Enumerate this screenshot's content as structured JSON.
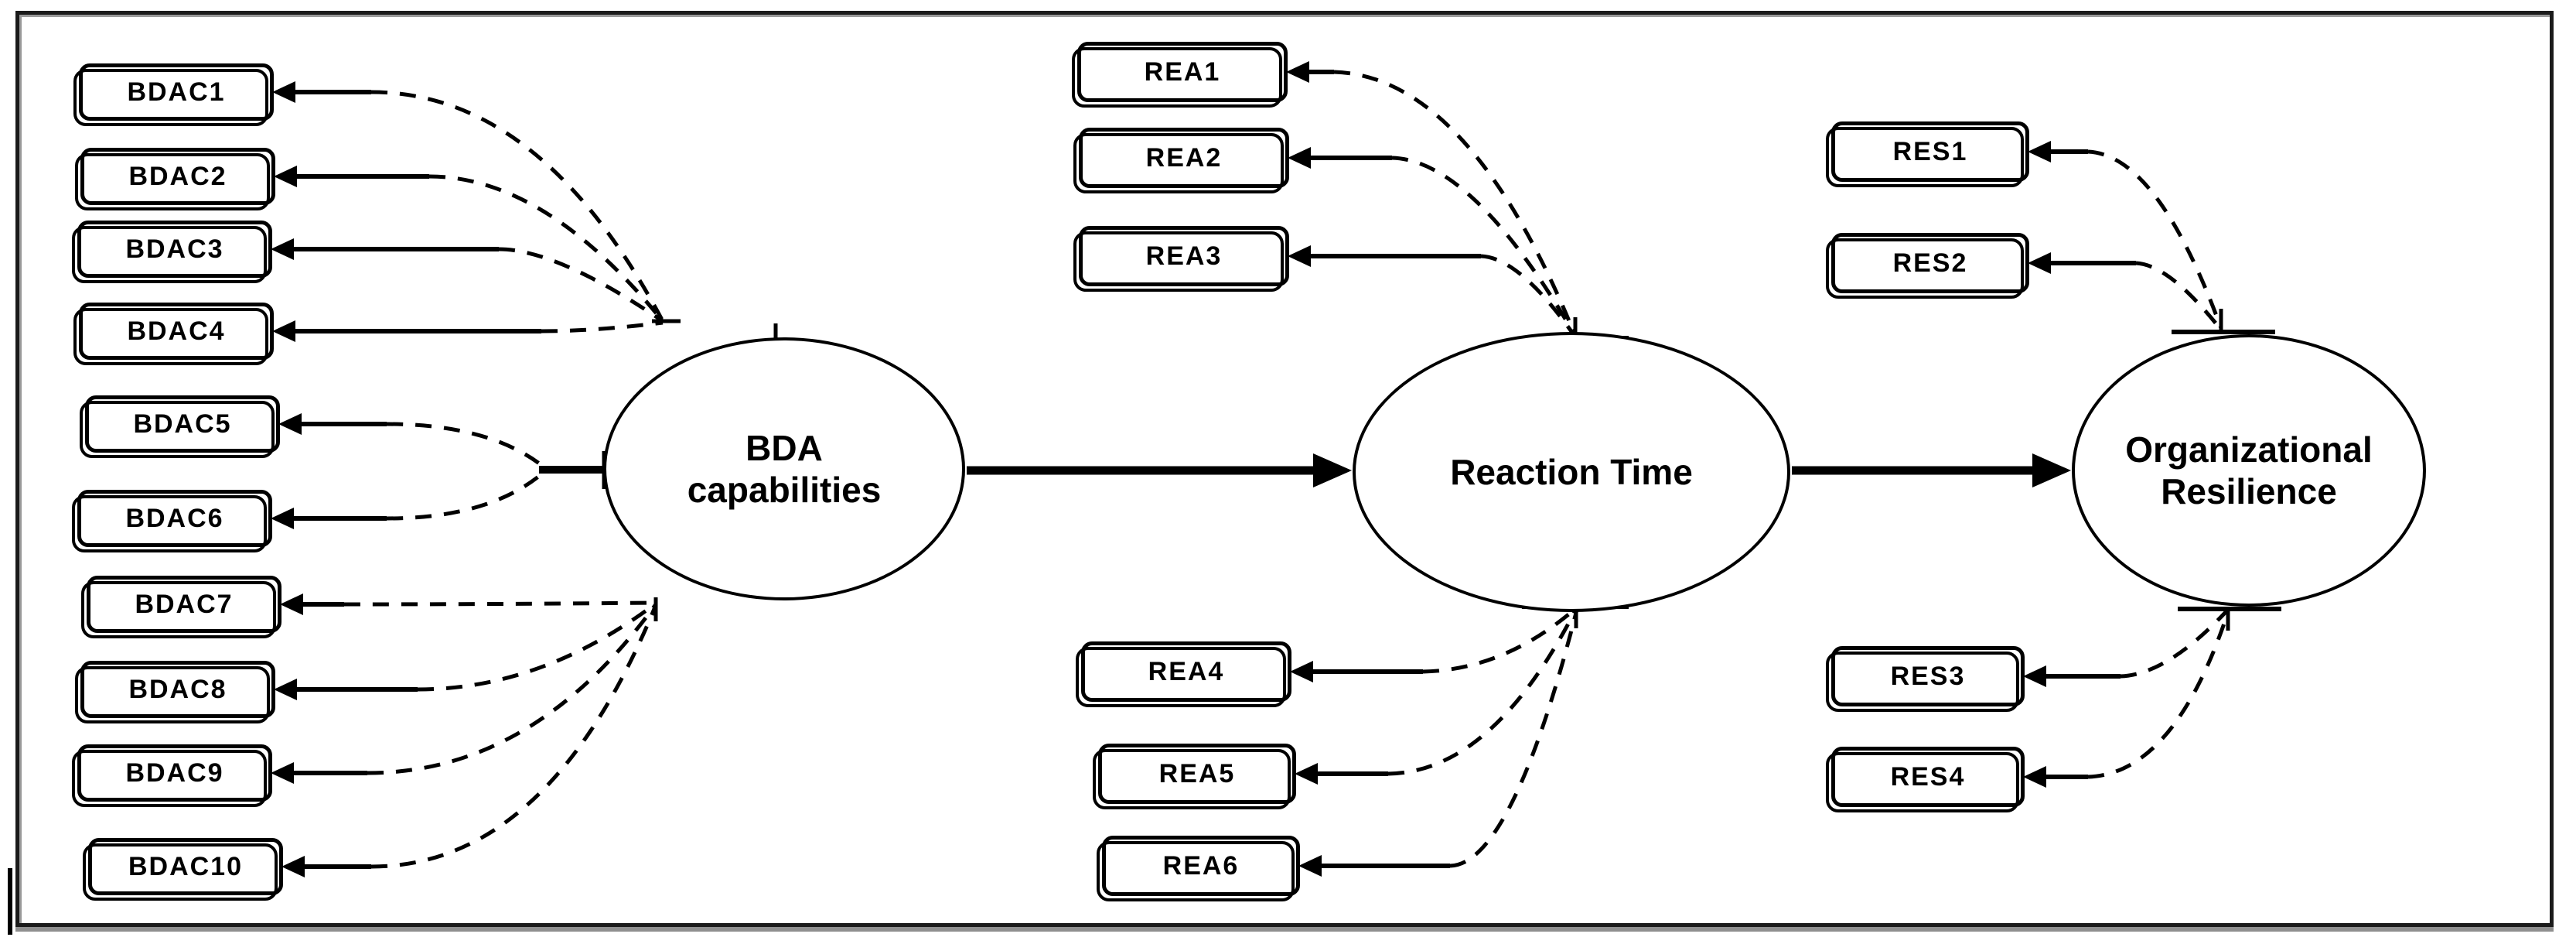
{
  "model": {
    "latents": {
      "bda": {
        "line1": "BDA",
        "line2": "capabilities"
      },
      "reaction": {
        "line1": "Reaction Time"
      },
      "resilience": {
        "line1": "Organizational",
        "line2": "Resilience"
      }
    },
    "bdac_indicators": [
      "BDAC1",
      "BDAC2",
      "BDAC3",
      "BDAC4",
      "BDAC5",
      "BDAC6",
      "BDAC7",
      "BDAC8",
      "BDAC9",
      "BDAC10"
    ],
    "rea_indicators": [
      "REA1",
      "REA2",
      "REA3",
      "REA4",
      "REA5",
      "REA6"
    ],
    "res_indicators": [
      "RES1",
      "RES2",
      "RES3",
      "RES4"
    ],
    "colors": {
      "line": "#000000",
      "shape_fill": "#ffffff",
      "frame_border": "#1b1b1b",
      "frame_shadow": "#8f8f8f"
    }
  }
}
